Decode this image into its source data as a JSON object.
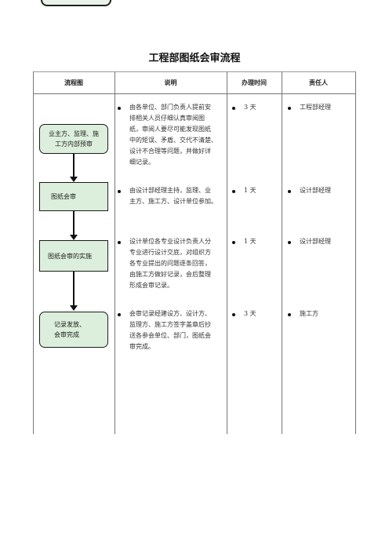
{
  "document": {
    "title": "工程部图纸会审流程",
    "headers": {
      "flow": "流程图",
      "desc": "说明",
      "time": "办理时间",
      "owner": "责任人"
    },
    "flow_boxes": [
      {
        "line1": "业主方、监理、施",
        "line2": "工方内部预审"
      },
      {
        "line1": "图纸会审"
      },
      {
        "line1": "图纸会审的实施"
      },
      {
        "line1": "记录发放、",
        "line2": "会审完成"
      }
    ],
    "rows": [
      {
        "desc_lines": [
          "由各单位、部门负责人提前安",
          "排相关人员仔细认真审阅图",
          "纸，审阅人要尽可能发现图纸",
          "中的矩误、矛盾、交代不清楚、",
          "设计不合理等问题，并做好详",
          "细记录。"
        ],
        "time": "3 天",
        "owner": "工程部经理"
      },
      {
        "desc_lines": [
          "由设计部经理主持，监理、业",
          "主方、施工方、设计单位参加。"
        ],
        "time": "1 天",
        "owner": "设计部经理"
      },
      {
        "desc_lines": [
          "设计单位各专业设计负责人分",
          "专业进行设计交底，对组织方",
          "各专业提出的问题逐条回答，",
          "由施工方做好记录，会后整理",
          "形成会审记录。"
        ],
        "time": "1 天",
        "owner": "设计部经理"
      },
      {
        "desc_lines": [
          "会审记录经建设方、设计方、",
          "监理方、施工方签字盖章后抄",
          "送各参会单位、部门，图纸会",
          "审完成。"
        ],
        "time": "3 天",
        "owner": "施工方"
      }
    ]
  }
}
